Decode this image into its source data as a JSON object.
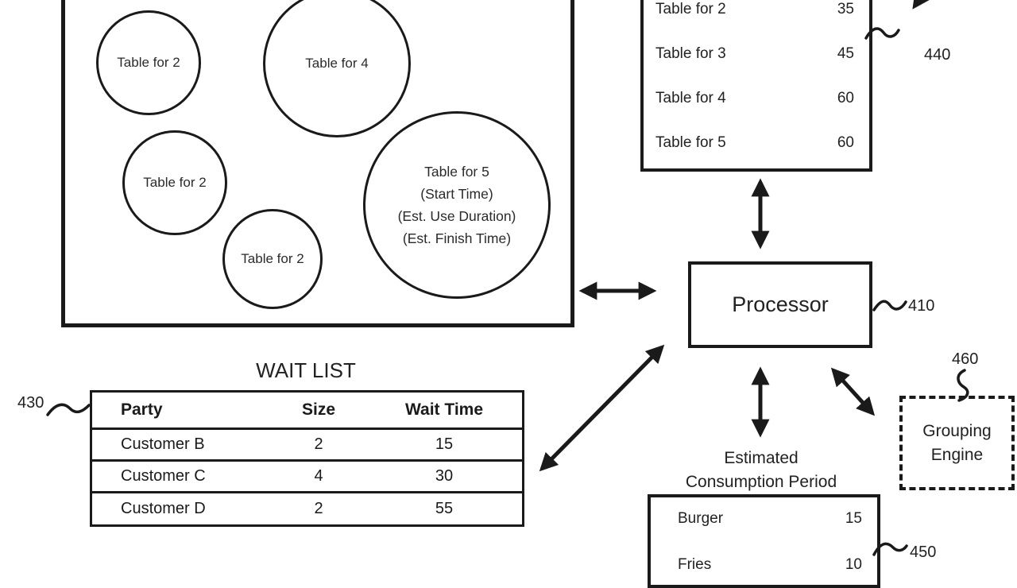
{
  "colors": {
    "ink": "#1a1a1a",
    "background": "#ffffff"
  },
  "floor_plan": {
    "tables": [
      {
        "label": "Table for 2"
      },
      {
        "label": "Table for 4"
      },
      {
        "label": "Table for 2"
      },
      {
        "label": "Table for 2"
      },
      {
        "lines": [
          "Table for 5",
          "(Start Time)",
          "(Est. Use Duration)",
          "(Est. Finish Time)"
        ]
      }
    ]
  },
  "turnover_table": {
    "ref": "440",
    "rows": [
      {
        "label": "Table for 2",
        "value": "35"
      },
      {
        "label": "Table for 3",
        "value": "45"
      },
      {
        "label": "Table for 4",
        "value": "60"
      },
      {
        "label": "Table for 5",
        "value": "60"
      }
    ]
  },
  "processor": {
    "label": "Processor",
    "ref": "410"
  },
  "wait_list": {
    "title": "WAIT LIST",
    "ref": "430",
    "columns": [
      "Party",
      "Size",
      "Wait Time"
    ],
    "rows": [
      [
        "Customer B",
        "2",
        "15"
      ],
      [
        "Customer C",
        "4",
        "30"
      ],
      [
        "Customer D",
        "2",
        "55"
      ]
    ]
  },
  "grouping_engine": {
    "ref": "460",
    "lines": [
      "Grouping",
      "Engine"
    ]
  },
  "consumption_table": {
    "ref": "450",
    "title_lines": [
      "Estimated",
      "Consumption Period"
    ],
    "rows": [
      {
        "label": "Burger",
        "value": "15"
      },
      {
        "label": "Fries",
        "value": "10"
      }
    ]
  }
}
